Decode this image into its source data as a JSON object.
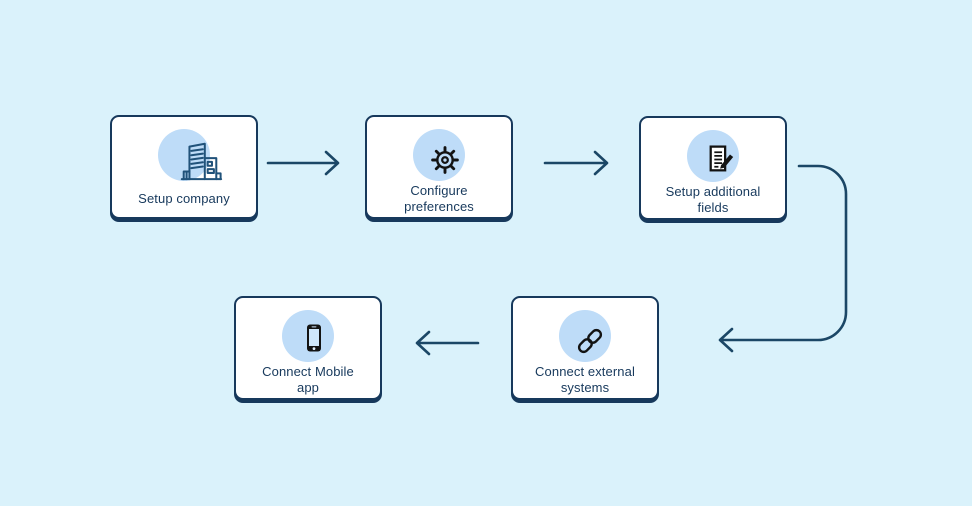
{
  "colors": {
    "background": "#daf2fb",
    "navy": "#17395c",
    "arrow": "#1b4766",
    "circle_fill": "#bedcf8",
    "card_bg": "#ffffff",
    "icon_black": "#131313",
    "icon_building_blue": "#20527a"
  },
  "steps": [
    {
      "label": "Setup company",
      "icon": "building-icon"
    },
    {
      "label": "Configure preferences",
      "icon": "gear-icon"
    },
    {
      "label": "Setup additional fields",
      "icon": "document-edit-icon"
    },
    {
      "label": "Connect external systems",
      "icon": "link-icon"
    },
    {
      "label": "Connect Mobile app",
      "icon": "smartphone-icon"
    }
  ],
  "flow": {
    "connections": [
      {
        "from": "Setup company",
        "to": "Configure preferences"
      },
      {
        "from": "Configure preferences",
        "to": "Setup additional fields"
      },
      {
        "from": "Setup additional fields",
        "to": "Connect external systems"
      },
      {
        "from": "Connect external systems",
        "to": "Connect Mobile app"
      }
    ]
  }
}
